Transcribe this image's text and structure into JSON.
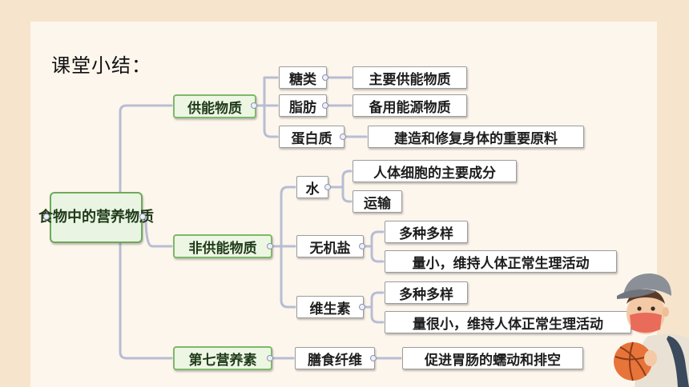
{
  "title": "课堂小结：",
  "root": {
    "line1": "食物中的",
    "line2": "营养物质"
  },
  "groups": {
    "supply": {
      "label": "供能物质",
      "items": [
        {
          "label": "糖类",
          "desc": "主要供能物质"
        },
        {
          "label": "脂肪",
          "desc": "备用能源物质"
        },
        {
          "label": "蛋白质",
          "desc": "建造和修复身体的重要原料"
        }
      ]
    },
    "nonsupply": {
      "label": "非供能物质",
      "water": {
        "label": "水",
        "descs": [
          "人体细胞的主要成分",
          "运输"
        ]
      },
      "salt": {
        "label": "无机盐",
        "descs": [
          "多种多样",
          "量小，维持人体正常生理活动"
        ]
      },
      "vitamin": {
        "label": "维生素",
        "descs": [
          "多种多样",
          "量很小，维持人体正常生理活动"
        ]
      }
    },
    "seventh": {
      "label": "第七营养素",
      "item": {
        "label": "膳食纤维",
        "desc": "促进胃肠的蠕动和排空"
      }
    }
  },
  "colors": {
    "green_border": "#7fb86a",
    "line": "#b8bdd3",
    "background": "#f6e4cc"
  }
}
